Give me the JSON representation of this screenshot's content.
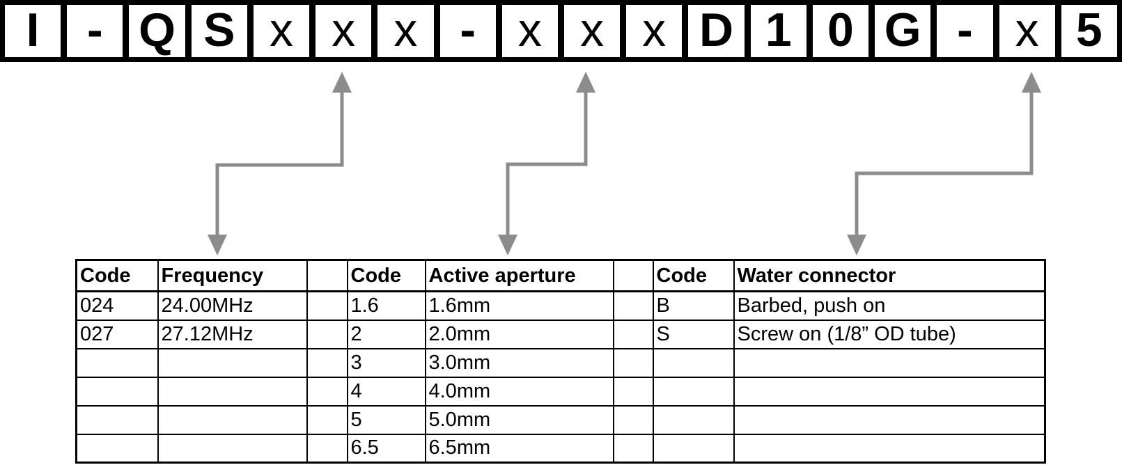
{
  "part_number": {
    "full_code": "I-QSxxx-xxxD10G-x5",
    "boxes": [
      {
        "char": "I",
        "bold": true
      },
      {
        "char": "-",
        "bold": true
      },
      {
        "char": "Q",
        "bold": true
      },
      {
        "char": "S",
        "bold": true
      },
      {
        "char": "x",
        "bold": false
      },
      {
        "char": "x",
        "bold": false
      },
      {
        "char": "x",
        "bold": false
      },
      {
        "char": "-",
        "bold": true
      },
      {
        "char": "x",
        "bold": false
      },
      {
        "char": "x",
        "bold": false
      },
      {
        "char": "x",
        "bold": false
      },
      {
        "char": "D",
        "bold": true
      },
      {
        "char": "1",
        "bold": true
      },
      {
        "char": "0",
        "bold": true
      },
      {
        "char": "G",
        "bold": true
      },
      {
        "char": "-",
        "bold": true
      },
      {
        "char": "x",
        "bold": false
      },
      {
        "char": "5",
        "bold": true
      }
    ]
  },
  "arrows": [
    {
      "name": "frequency-arrow",
      "links": "first xxx group to Frequency table"
    },
    {
      "name": "active-aperture-arrow",
      "links": "second xxx group to Active aperture table"
    },
    {
      "name": "water-connector-arrow",
      "links": "x before 5 to Water connector table"
    }
  ],
  "decode_table": {
    "row_count": 6,
    "sections": [
      {
        "name": "frequency",
        "headers": [
          "Code",
          "Frequency"
        ],
        "rows": [
          [
            "024",
            "24.00MHz"
          ],
          [
            "027",
            "27.12MHz"
          ]
        ]
      },
      {
        "name": "active_aperture",
        "headers": [
          "Code",
          "Active aperture"
        ],
        "rows": [
          [
            "1.6",
            "1.6mm"
          ],
          [
            "2",
            "2.0mm"
          ],
          [
            "3",
            "3.0mm"
          ],
          [
            "4",
            "4.0mm"
          ],
          [
            "5",
            "5.0mm"
          ],
          [
            "6.5",
            "6.5mm"
          ]
        ]
      },
      {
        "name": "water_connector",
        "headers": [
          "Code",
          "Water connector"
        ],
        "rows": [
          [
            "B",
            "Barbed, push on"
          ],
          [
            "S",
            "Screw on (1/8” OD tube)"
          ]
        ]
      }
    ]
  },
  "colors": {
    "arrow": "#8c8c8c",
    "border": "#000000",
    "background": "#ffffff"
  }
}
